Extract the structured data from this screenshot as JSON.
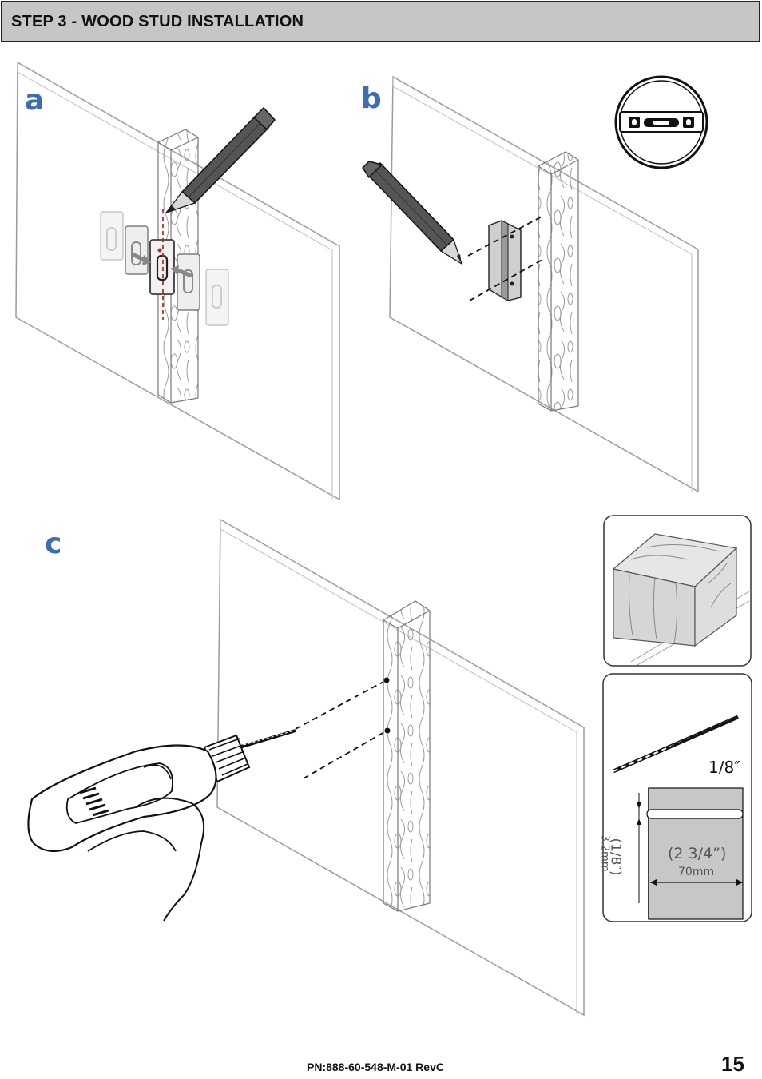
{
  "header": {
    "title": "STEP 3 - WOOD STUD INSTALLATION"
  },
  "steps": {
    "a": "a",
    "b": "b",
    "c": "c"
  },
  "detail": {
    "drill_bit_size": "1/8″",
    "hole_diameter_in": "(1/8″)",
    "hole_diameter_mm": "3.2mm",
    "hole_depth_in": "(2 3/4”)",
    "hole_depth_mm": "70mm"
  },
  "footer": {
    "part_number": "PN:888-60-548-M-01 RevC",
    "page_number": "15"
  },
  "colors": {
    "header_bg": "#c6c6c6",
    "step_letter": "#3f6bb0",
    "center_line": "#c0262c"
  }
}
